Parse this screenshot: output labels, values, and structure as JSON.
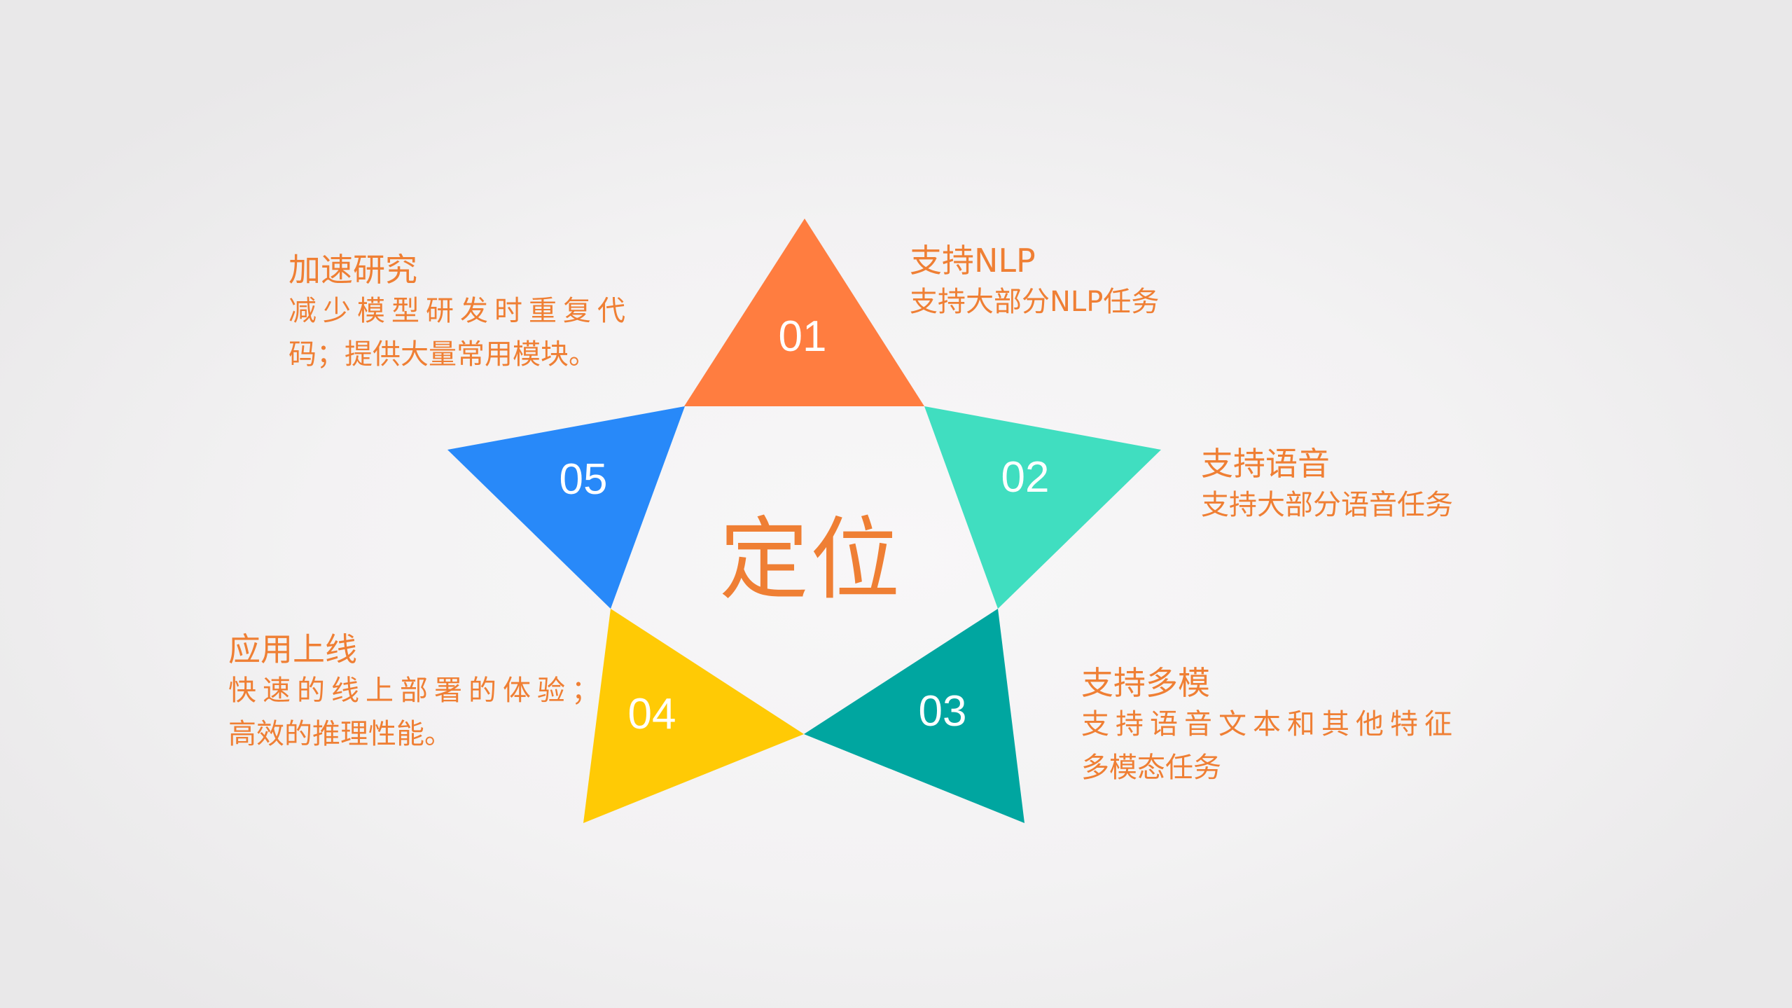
{
  "center": {
    "title": "定位"
  },
  "colors": {
    "text_accent": "#ef7f34",
    "segment_01": "#ff7d40",
    "segment_02": "#40dec0",
    "segment_03": "#00a6a0",
    "segment_04": "#ffca05",
    "segment_05": "#2889f9",
    "number_text": "#ffffff"
  },
  "segments": [
    {
      "number": "01",
      "heading": "支持NLP",
      "lines": [
        "支持大部分NLP任务"
      ]
    },
    {
      "number": "02",
      "heading": "支持语音",
      "lines": [
        "支持大部分语音任务"
      ]
    },
    {
      "number": "03",
      "heading": "支持多模",
      "lines": [
        "支持语音文本和其他特征",
        "多模态任务"
      ]
    },
    {
      "number": "04",
      "heading": "应用上线",
      "lines": [
        "快速的线上部署的体验；",
        "高效的推理性能。"
      ]
    },
    {
      "number": "05",
      "heading": "加速研究",
      "lines": [
        "减少模型研发时重复代",
        "码；提供大量常用模块。"
      ]
    }
  ]
}
